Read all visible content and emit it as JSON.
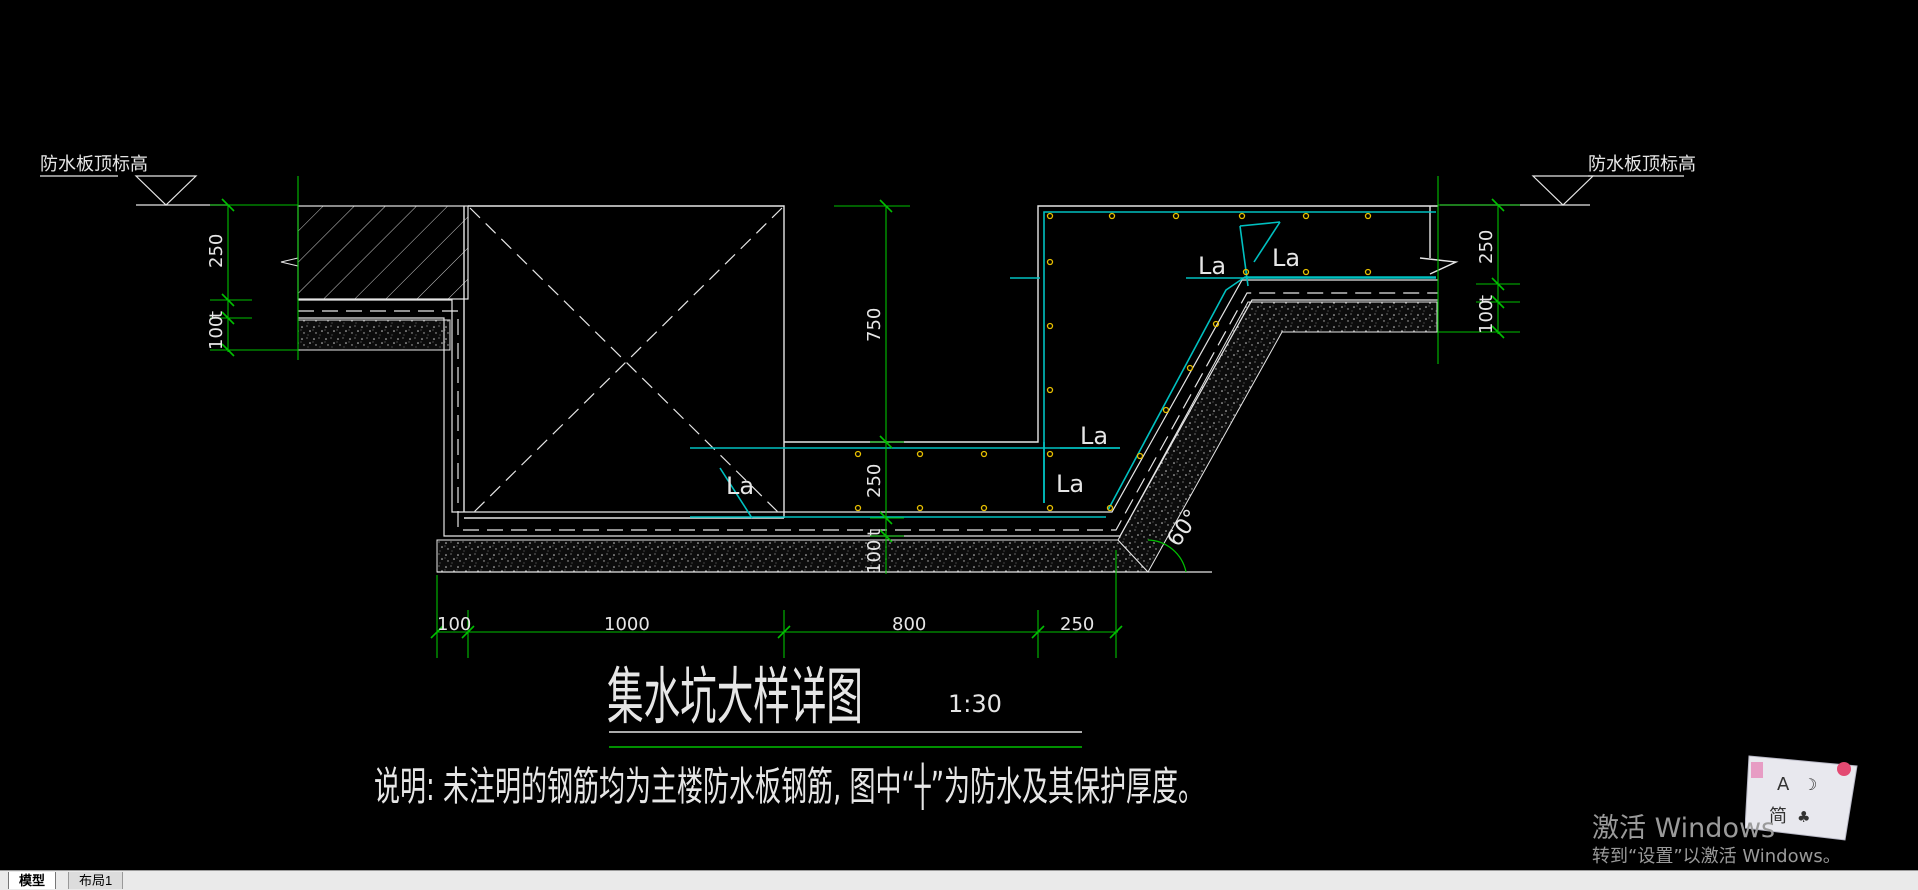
{
  "drawing": {
    "title": "集水坑大样详图",
    "scale": "1:30",
    "note": "说明: 未注明的钢筋均为主楼防水板钢筋, 图中“┼”为防水及其保护厚度。",
    "elevation_left": "防水板顶标高",
    "elevation_right": "防水板顶标高",
    "dims": {
      "left_250": "250",
      "left_100": "100",
      "left_t": "t",
      "mid_750": "750",
      "mid_250": "250",
      "mid_100": "100",
      "mid_t": "t",
      "right_250": "250",
      "right_100": "100",
      "right_t": "t",
      "b_100": "100",
      "b_1000": "1000",
      "b_800": "800",
      "b_250": "250",
      "angle": "60°"
    },
    "la_labels": [
      "La",
      "La",
      "La",
      "La",
      "La"
    ]
  },
  "tabs": [
    {
      "label": "模型",
      "active": true
    },
    {
      "label": "布局1",
      "active": false
    }
  ],
  "watermark": {
    "line1": "激活 Windows",
    "line2": "转到“设置”以激活 Windows。"
  },
  "ime": {
    "char1": "A",
    "char2": "简"
  },
  "colors": {
    "background": "#000000",
    "line": "#e6e6e6",
    "dimension": "#00c000",
    "rebar": "#00c0c0",
    "rebar_dot": "#e8c000"
  }
}
